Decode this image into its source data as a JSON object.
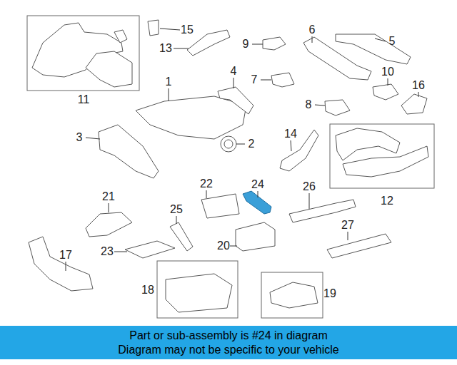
{
  "diagram": {
    "nodes": [
      {
        "text": [
          "Part or sub-assembly is #24 in diagram",
          "Diagram may not be specific to your vehicle"
        ]
      }
    ],
    "labels": [
      "15",
      "13",
      "9",
      "6",
      "5",
      "11",
      "1",
      "4",
      "7",
      "10",
      "16",
      "8",
      "3",
      "2",
      "14",
      "12",
      "24",
      "22",
      "26",
      "21",
      "25",
      "20",
      "27",
      "17",
      "23",
      "18",
      "19"
    ]
  }
}
